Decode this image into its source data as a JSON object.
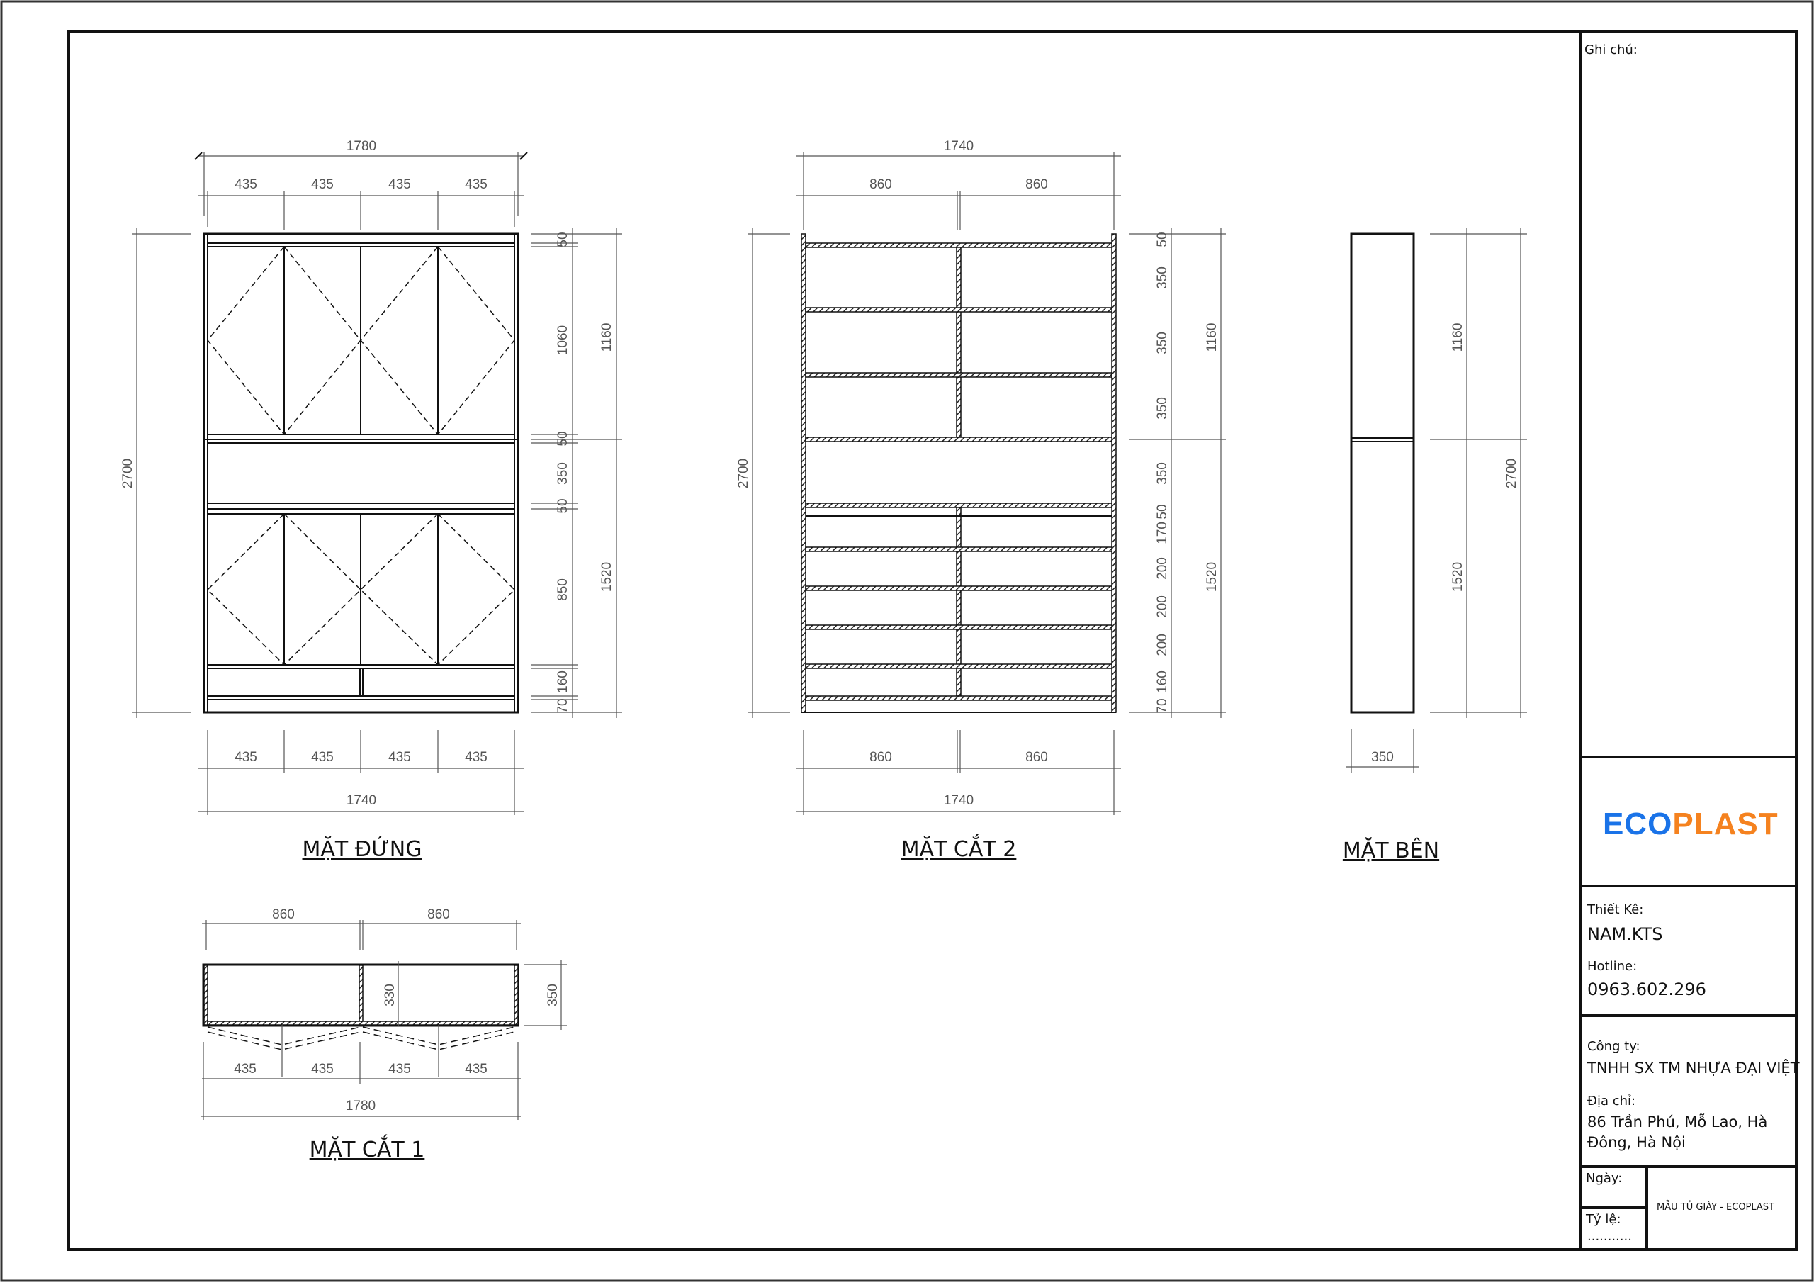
{
  "sheet": {
    "notes_label": "Ghi chú:"
  },
  "title_block": {
    "logo": {
      "part1": "ECO",
      "part2": "PLAST",
      "color1": "#1a73e8",
      "color2": "#f5821f"
    },
    "designer_label": "Thiết Kê:",
    "designer_value": "NAM.KTS",
    "hotline_label": "Hotline:",
    "hotline_value": "0963.602.296",
    "company_label": "Công ty:",
    "company_value": "TNHH SX TM NHỰA ĐẠI VIỆT",
    "address_label": "Địa chỉ:",
    "address_line1": "86 Trần Phú, Mỗ Lao, Hà",
    "address_line2": "Đông, Hà Nội",
    "date_label": "Ngày:",
    "scale_label": "Tỷ lệ:",
    "scale_value": "...........",
    "drawing_title": "MẪU TỦ GIÀY - ECOPLAST"
  },
  "views": {
    "front": {
      "title": "MẶT ĐỨNG",
      "top_total": "1780",
      "top_segments": [
        "435",
        "435",
        "435",
        "435"
      ],
      "bottom_segments": [
        "435",
        "435",
        "435",
        "435"
      ],
      "bottom_total": "1740",
      "height_total": "2700",
      "right_inner": [
        "50",
        "1060",
        "50",
        "350",
        "50",
        "850",
        "160",
        "70"
      ],
      "right_outer": [
        "1160",
        "1520"
      ]
    },
    "section2": {
      "title": "MẶT CẮT 2",
      "top_total": "1740",
      "top_segments": [
        "860",
        "860"
      ],
      "bottom_segments": [
        "860",
        "860"
      ],
      "bottom_total": "1740",
      "height_total": "2700",
      "right_inner": [
        "50",
        "350",
        "350",
        "350",
        "350",
        "50",
        "170",
        "200",
        "200",
        "200",
        "160",
        "70"
      ],
      "right_outer": [
        "1160",
        "1520"
      ]
    },
    "side": {
      "title": "MẶT BÊN",
      "width": "350",
      "right_outer": [
        "1160",
        "1520"
      ],
      "height_total": "2700"
    },
    "section1": {
      "title": "MẶT CẮT 1",
      "top_segments": [
        "860",
        "860"
      ],
      "bottom_segments": [
        "435",
        "435",
        "435",
        "435"
      ],
      "bottom_total": "1780",
      "inner_depth": "330",
      "depth": "350"
    }
  }
}
